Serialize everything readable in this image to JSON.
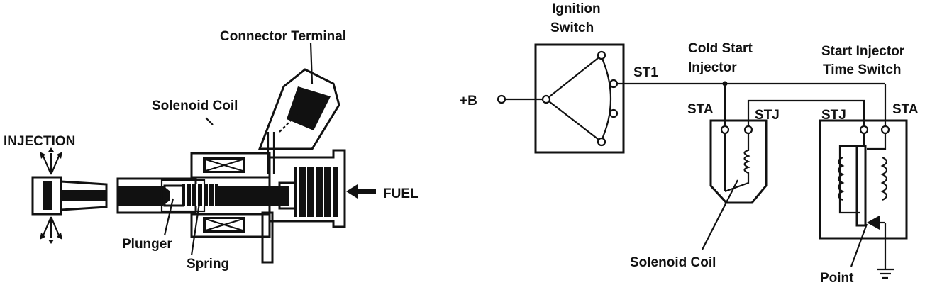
{
  "injector": {
    "labels": {
      "connector_terminal": "Connector Terminal",
      "solenoid_coil": "Solenoid Coil",
      "injection": "INJECTION",
      "fuel": "FUEL",
      "plunger": "Plunger",
      "spring": "Spring"
    }
  },
  "circuit": {
    "labels": {
      "ignition_switch_line1": "Ignition",
      "ignition_switch_line2": "Switch",
      "plus_b": "+B",
      "st1": "ST1",
      "cold_start_line1": "Cold Start",
      "cold_start_line2": "Injector",
      "time_switch_line1": "Start Injector",
      "time_switch_line2": "Time Switch",
      "sta_left": "STA",
      "stj_left": "STJ",
      "stj_right": "STJ",
      "sta_right": "STA",
      "solenoid_coil": "Solenoid Coil",
      "point": "Point"
    }
  },
  "colors": {
    "ink": "#111111",
    "paper": "#ffffff"
  }
}
